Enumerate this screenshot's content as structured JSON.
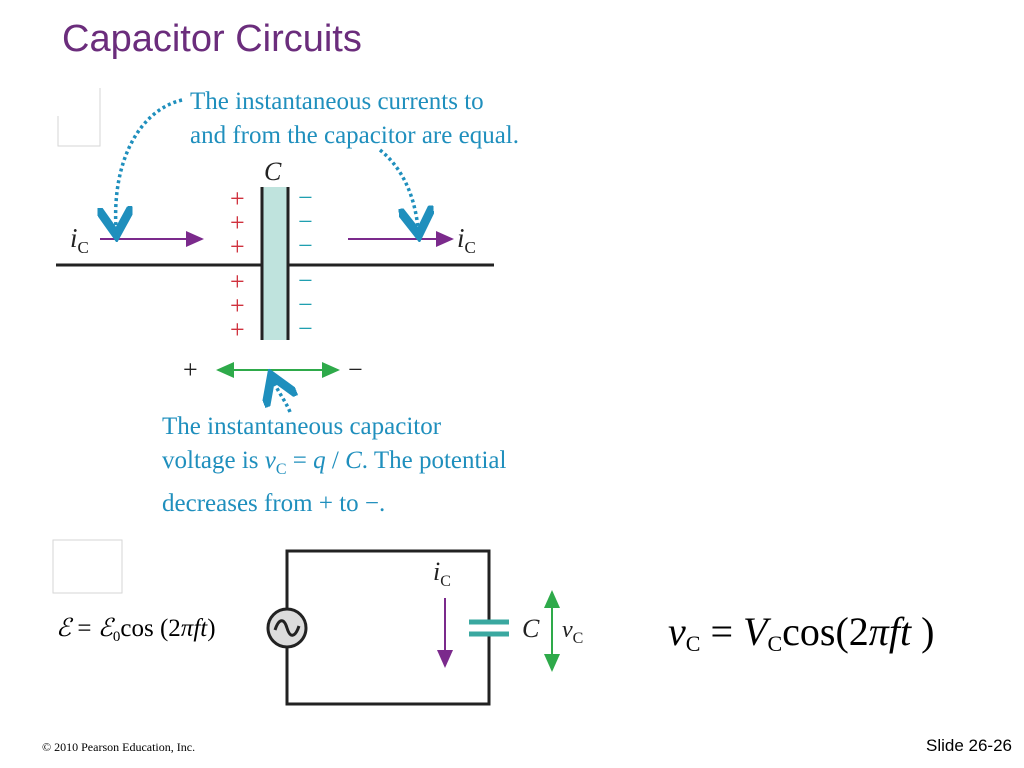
{
  "slide": {
    "title": "Capacitor Circuits",
    "footer_copyright": "© 2010 Pearson Education, Inc.",
    "footer_slide": "Slide 26-26"
  },
  "top_diagram": {
    "caption_currents_line1": "The instantaneous currents to",
    "caption_currents_line2": "and from the capacitor are equal.",
    "capacitor_label": "C",
    "current_label_symbol": "i",
    "current_label_sub": "C",
    "plus_sign": "+",
    "minus_sign": "−",
    "voltage_plus": "+",
    "voltage_minus": "−",
    "caption_voltage_line1": "The instantaneous capacitor",
    "caption_voltage_line2_a": "voltage is ",
    "caption_voltage_line2_v": "v",
    "caption_voltage_line2_sub": "C",
    "caption_voltage_line2_eq": " = ",
    "caption_voltage_line2_q": "q",
    "caption_voltage_line2_slash": " / ",
    "caption_voltage_line2_c": "C",
    "caption_voltage_line2_b": ". The potential",
    "caption_voltage_line3": "decreases from + to −."
  },
  "bottom_circuit": {
    "emf_symbol": "ℰ",
    "emf_eq": " = ",
    "emf_sub": "0",
    "emf_rhs": "cos (2",
    "emf_pi": "π",
    "emf_ft": "ft",
    "emf_close": ")",
    "current_symbol": "i",
    "current_sub": "C",
    "capacitor_label": "C",
    "voltage_symbol": "v",
    "voltage_sub": "C",
    "source_symbol": "~"
  },
  "formula": {
    "lhs": "v",
    "lhs_sub": "C",
    "eq": " = ",
    "amp": "V",
    "amp_sub": "C",
    "func": "cos(2",
    "pi": "π",
    "ft": "ft",
    "close": " )"
  },
  "colors": {
    "title": "#6b2d7c",
    "caption_blue": "#1f8fbd",
    "current_arrow": "#7b2a8c",
    "voltage_arrow": "#2eaa4a",
    "plus_red": "#d0323e",
    "minus_teal": "#1f9fb0",
    "plate_fill": "#bfe3dd"
  }
}
